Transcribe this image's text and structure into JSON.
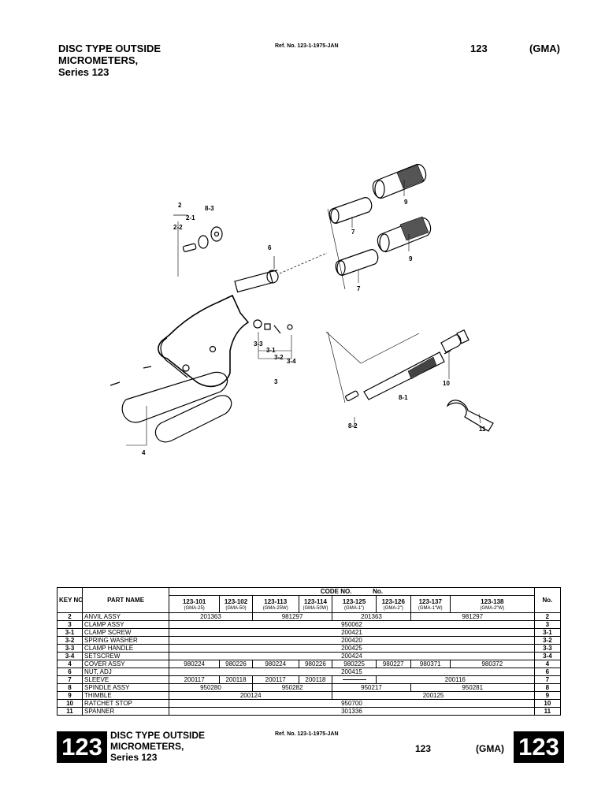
{
  "header": {
    "title_lines": [
      "DISC TYPE OUTSIDE",
      "MICROMETERS,",
      "Series 123"
    ],
    "ref": "Ref. No. 123-1-1975-JAN",
    "number": "123",
    "code": "(GMA)"
  },
  "drawing_labels": {
    "l2": "2",
    "l2_1": "2-1",
    "l2_2": "2-2",
    "l8_3": "8-3",
    "l6": "6",
    "l7a": "7",
    "l9a": "9",
    "l7b": "7",
    "l9b": "9",
    "l3_3": "3-3",
    "l3_1": "3-1",
    "l3_2": "3-2",
    "l3_4": "3-4",
    "l3": "3",
    "l10": "10",
    "l8_1": "8-1",
    "l8_2": "8-2",
    "l11": "11",
    "l4": "4"
  },
  "table": {
    "key_header": "KEY NO.",
    "name_header": "PART NAME",
    "code_header": "CODE NO.",
    "code_no_header": "No.",
    "no_header": "No.",
    "models": [
      {
        "code": "123-101",
        "sub": "(GMA-25)"
      },
      {
        "code": "123-102",
        "sub": "(GMA-50)"
      },
      {
        "code": "123-113",
        "sub": "(GMA-25W)"
      },
      {
        "code": "123-114",
        "sub": "(GMA-50W)"
      },
      {
        "code": "123-125",
        "sub": "(GMA-1\")"
      },
      {
        "code": "123-126",
        "sub": "(GMA-2\")"
      },
      {
        "code": "123-137",
        "sub": "(GMA-1\"W)"
      },
      {
        "code": "123-138",
        "sub": "(GMA-2\"W)"
      }
    ],
    "rows": [
      {
        "key": "2",
        "name": "ANVIL ASSY",
        "cells": [
          {
            "v": "201363",
            "span": 2
          },
          {
            "v": "981297",
            "span": 2
          },
          {
            "v": "201363",
            "span": 2
          },
          {
            "v": "981297",
            "span": 2
          }
        ],
        "no": "2"
      },
      {
        "key": "3",
        "name": "CLAMP ASSY",
        "cells": [
          {
            "v": "950062",
            "span": 8
          }
        ],
        "no": "3"
      },
      {
        "key": "3-1",
        "name": "CLAMP SCREW",
        "cells": [
          {
            "v": "200421",
            "span": 8
          }
        ],
        "no": "3-1"
      },
      {
        "key": "3-2",
        "name": "SPRING WASHER",
        "cells": [
          {
            "v": "200420",
            "span": 8
          }
        ],
        "no": "3-2"
      },
      {
        "key": "3-3",
        "name": "CLAMP HANDLE",
        "cells": [
          {
            "v": "200425",
            "span": 8
          }
        ],
        "no": "3-3"
      },
      {
        "key": "3-4",
        "name": "SETSCREW",
        "cells": [
          {
            "v": "200424",
            "span": 8
          }
        ],
        "no": "3-4"
      },
      {
        "key": "4",
        "name": "COVER ASSY",
        "cells": [
          {
            "v": "980224",
            "span": 1
          },
          {
            "v": "980226",
            "span": 1
          },
          {
            "v": "980224",
            "span": 1
          },
          {
            "v": "980226",
            "span": 1
          },
          {
            "v": "980225",
            "span": 1
          },
          {
            "v": "980227",
            "span": 1
          },
          {
            "v": "980371",
            "span": 1
          },
          {
            "v": "980372",
            "span": 1
          }
        ],
        "no": "4"
      },
      {
        "key": "6",
        "name": "NUT, ADJ",
        "cells": [
          {
            "v": "200415",
            "span": 8
          }
        ],
        "no": "6"
      },
      {
        "key": "7",
        "name": "SLEEVE",
        "cells": [
          {
            "v": "200117",
            "span": 1
          },
          {
            "v": "200118",
            "span": 1
          },
          {
            "v": "200117",
            "span": 1
          },
          {
            "v": "200118",
            "span": 1
          },
          {
            "dash": true,
            "span": 1
          },
          {
            "v": "200116",
            "span": 3
          }
        ],
        "no": "7"
      },
      {
        "key": "8",
        "name": "SPINDLE ASSY",
        "cells": [
          {
            "v": "950280",
            "span": 2
          },
          {
            "v": "950282",
            "span": 2
          },
          {
            "v": "950217",
            "span": 2
          },
          {
            "v": "950281",
            "span": 2
          }
        ],
        "no": "8"
      },
      {
        "key": "9",
        "name": "THIMBLE",
        "cells": [
          {
            "v": "200124",
            "span": 4
          },
          {
            "v": "200125",
            "span": 4
          }
        ],
        "no": "9"
      },
      {
        "key": "10",
        "name": "RATCHET STOP",
        "cells": [
          {
            "v": "950700",
            "span": 8
          }
        ],
        "no": "10"
      },
      {
        "key": "11",
        "name": "SPANNER",
        "cells": [
          {
            "v": "301336",
            "span": 8
          }
        ],
        "no": "11"
      }
    ]
  },
  "footer": {
    "box_left": "123",
    "box_right": "123",
    "title_lines": [
      "DISC TYPE OUTSIDE",
      "MICROMETERS,",
      "Series 123"
    ],
    "ref": "Ref. No. 123-1-1975-JAN",
    "number": "123",
    "code": "(GMA)"
  }
}
